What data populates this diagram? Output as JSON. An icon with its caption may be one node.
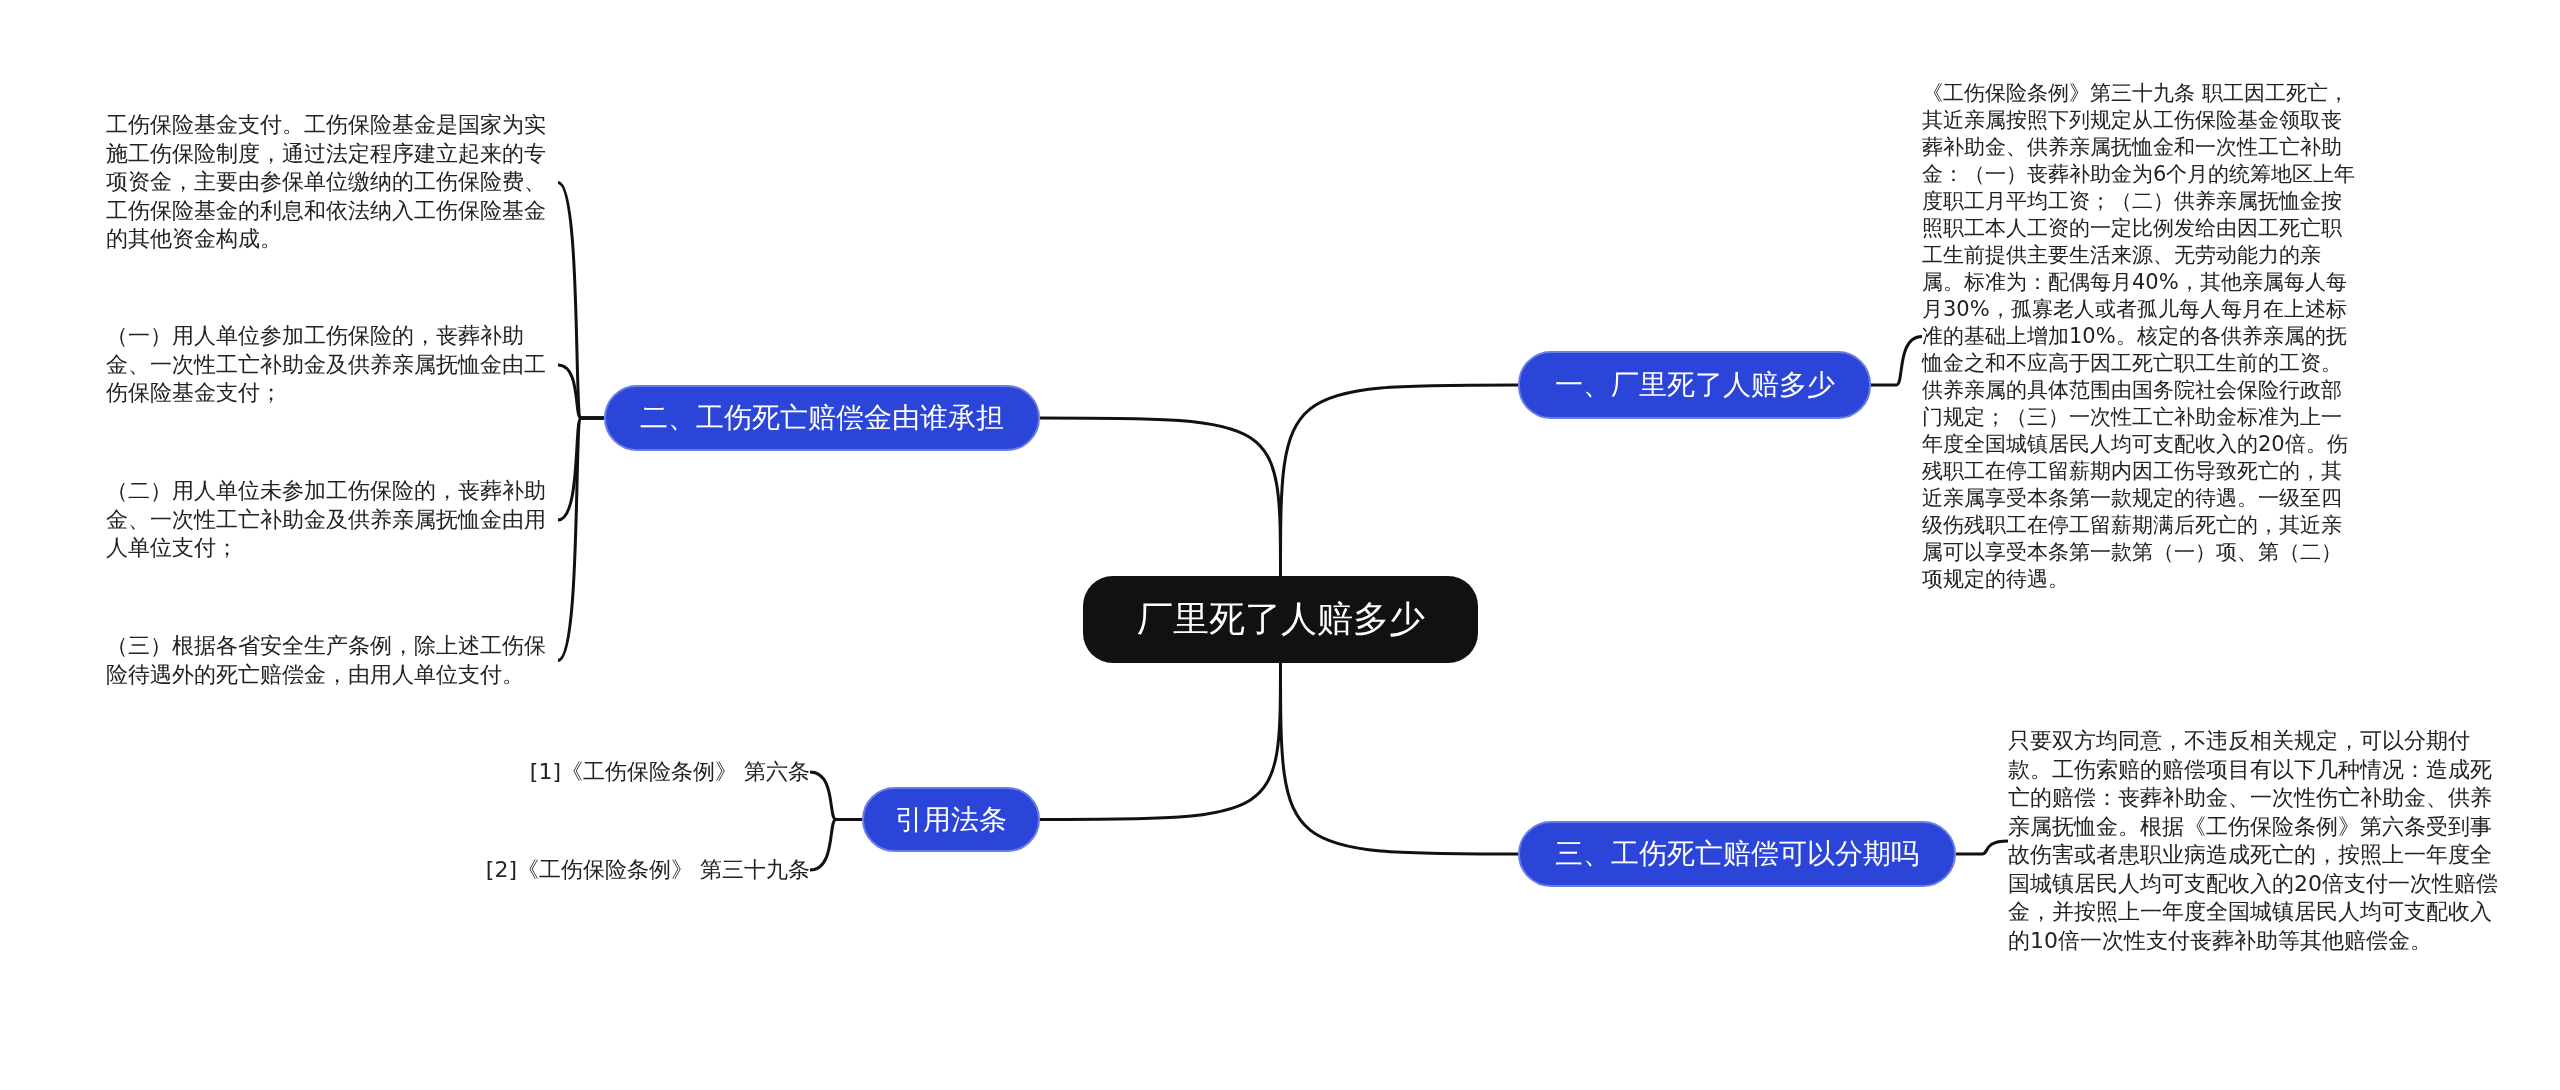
{
  "diagram": {
    "nodes": [
      {
        "text": [
          "厂里死了人赔多少"
        ]
      },
      {
        "text": [
          "一、厂里死了人赔多少"
        ]
      },
      {
        "text": [
          "《工伤保险条例》第三十九条 职工因工死亡，其近亲属按照下列规定从工伤保险基金领取丧葬补助金、供养亲属抚恤金和一次性工亡补助金：（一）丧葬补助金为6个月的统筹地区上年度职工月平均工资；（二）供养亲属抚恤金按照职工本人工资的一定比例发给由因工死亡职工生前提供主要生活来源、无劳动能力的亲属。标准为：配偶每月40%，其他亲属每人每月30%，孤寡老人或者孤儿每人每月在上述标准的基础上增加10%。核定的各供养亲属的抚恤金之和不应高于因工死亡职工生前的工资。供养亲属的具体范围由国务院社会保险行政部门规定；（三）一次性工亡补助金标准为上一年度全国城镇居民人均可支配收入的20倍。伤残职工在停工留薪期内因工伤导致死亡的，其近亲属享受本条第一款规定的待遇。一级至四级伤残职工在停工留薪期满后死亡的，其近亲属可以享受本条第一款第（一）项、第（二）项规定的待遇。"
        ]
      },
      {
        "text": [
          "二、工伤死亡赔偿金由谁承担"
        ]
      },
      {
        "text": [
          "工伤保险基金支付。工伤保险基金是国家为实施工伤保险制度，通过法定程序建立起来的专项资金，主要由参保单位缴纳的工伤保险费、工伤保险基金的利息和依法纳入工伤保险基金的其他资金构成。"
        ]
      },
      {
        "text": [
          "（一）用人单位参加工伤保险的，丧葬补助金、一次性工亡补助金及供养亲属抚恤金由工伤保险基金支付；"
        ]
      },
      {
        "text": [
          "（二）用人单位未参加工伤保险的，丧葬补助金、一次性工亡补助金及供养亲属抚恤金由用人单位支付；"
        ]
      },
      {
        "text": [
          "（三）根据各省安全生产条例，除上述工伤保险待遇外的死亡赔偿金，由用人单位支付。"
        ]
      },
      {
        "text": [
          "引用法条"
        ]
      },
      {
        "text": [
          "[1]《工伤保险条例》 第六条"
        ]
      },
      {
        "text": [
          "[2]《工伤保险条例》 第三十九条"
        ]
      },
      {
        "text": [
          "三、工伤死亡赔偿可以分期吗"
        ]
      },
      {
        "text": [
          "只要双方均同意，不违反相关规定，可以分期付款。工伤索赔的赔偿项目有以下几种情况：造成死亡的赔偿：丧葬补助金、一次性伤亡补助金、供养亲属抚恤金。根据《工伤保险条例》第六条受到事故伤害或者患职业病造成死亡的，按照上一年度全国城镇居民人均可支配收入的20倍支付一次性赔偿金，并按照上一年度全国城镇居民人均可支配收入的10倍一次性支付丧葬补助等其他赔偿金。"
        ]
      }
    ],
    "edges": [
      {
        "from": 0,
        "to": 1,
        "arrow": "none"
      },
      {
        "from": 1,
        "to": 2,
        "arrow": "none"
      },
      {
        "from": 0,
        "to": 3,
        "arrow": "none"
      },
      {
        "from": 3,
        "to": 4,
        "arrow": "none"
      },
      {
        "from": 3,
        "to": 5,
        "arrow": "none"
      },
      {
        "from": 3,
        "to": 6,
        "arrow": "none"
      },
      {
        "from": 3,
        "to": 7,
        "arrow": "none"
      },
      {
        "from": 0,
        "to": 8,
        "arrow": "none"
      },
      {
        "from": 8,
        "to": 9,
        "arrow": "none"
      },
      {
        "from": 8,
        "to": 10,
        "arrow": "none"
      },
      {
        "from": 0,
        "to": 11,
        "arrow": "none"
      },
      {
        "from": 11,
        "to": 12,
        "arrow": "none"
      }
    ]
  }
}
